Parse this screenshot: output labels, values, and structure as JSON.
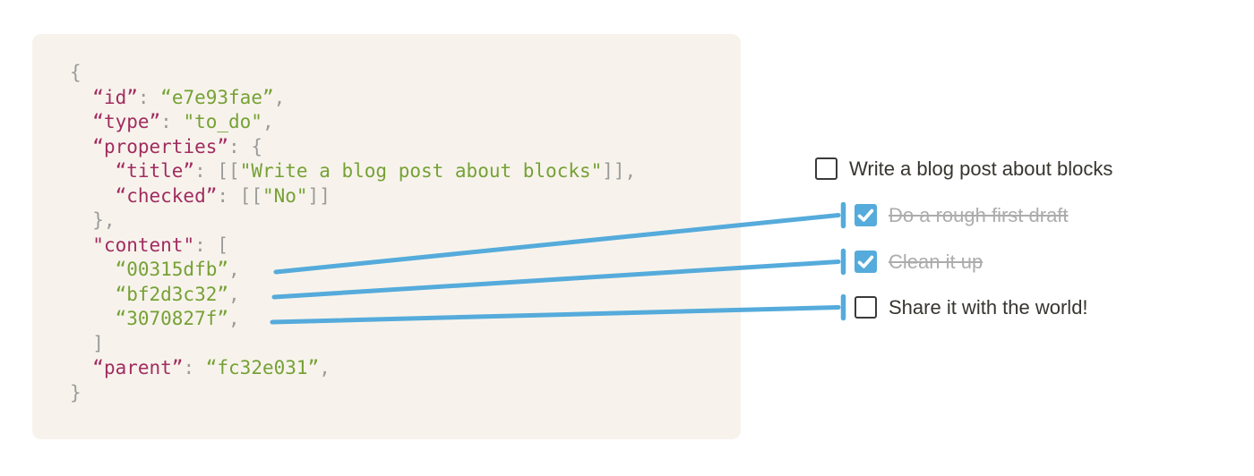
{
  "colors": {
    "page_bg": "#ffffff",
    "code_bg": "#F7F3EC",
    "code_key": "#A12C60",
    "code_string": "#76A135",
    "code_punct": "#9B9B9B",
    "connector_blue": "#55ABDB",
    "todo_text": "#37352F",
    "todo_done_text": "#ACACAC",
    "checkbox_border": "#3A3A38",
    "checkbox_checked_bg": "#55ABDB"
  },
  "code_block": {
    "lines": [
      [
        {
          "t": "{",
          "c": "punct"
        }
      ],
      [
        {
          "t": "  ",
          "c": "punct"
        },
        {
          "t": "“id”",
          "c": "key"
        },
        {
          "t": ": ",
          "c": "punct"
        },
        {
          "t": "“e7e93fae”",
          "c": "string"
        },
        {
          "t": ",",
          "c": "punct"
        }
      ],
      [
        {
          "t": "  ",
          "c": "punct"
        },
        {
          "t": "“type”",
          "c": "key"
        },
        {
          "t": ": ",
          "c": "punct"
        },
        {
          "t": "\"to_do\"",
          "c": "string"
        },
        {
          "t": ",",
          "c": "punct"
        }
      ],
      [
        {
          "t": "  ",
          "c": "punct"
        },
        {
          "t": "“properties”",
          "c": "key"
        },
        {
          "t": ": ",
          "c": "punct"
        },
        {
          "t": "{",
          "c": "punct"
        }
      ],
      [
        {
          "t": "    ",
          "c": "punct"
        },
        {
          "t": "“title”",
          "c": "key"
        },
        {
          "t": ": ",
          "c": "punct"
        },
        {
          "t": "[[",
          "c": "punct"
        },
        {
          "t": "\"Write a blog post about blocks\"",
          "c": "string"
        },
        {
          "t": "]],",
          "c": "punct"
        }
      ],
      [
        {
          "t": "    ",
          "c": "punct"
        },
        {
          "t": "“checked”",
          "c": "key"
        },
        {
          "t": ": ",
          "c": "punct"
        },
        {
          "t": "[[",
          "c": "punct"
        },
        {
          "t": "\"No\"",
          "c": "string"
        },
        {
          "t": "]]",
          "c": "punct"
        }
      ],
      [
        {
          "t": "  },",
          "c": "punct"
        }
      ],
      [
        {
          "t": "  ",
          "c": "punct"
        },
        {
          "t": "\"content\"",
          "c": "key"
        },
        {
          "t": ": ",
          "c": "punct"
        },
        {
          "t": "[",
          "c": "punct"
        }
      ],
      [
        {
          "t": "    ",
          "c": "punct"
        },
        {
          "t": "“00315dfb”",
          "c": "string"
        },
        {
          "t": ",",
          "c": "punct"
        }
      ],
      [
        {
          "t": "    ",
          "c": "punct"
        },
        {
          "t": "“bf2d3c32”",
          "c": "string"
        },
        {
          "t": ",",
          "c": "punct"
        }
      ],
      [
        {
          "t": "    ",
          "c": "punct"
        },
        {
          "t": "“3070827f”",
          "c": "string"
        },
        {
          "t": ",",
          "c": "punct"
        }
      ],
      [
        {
          "t": "  ]",
          "c": "punct"
        }
      ],
      [
        {
          "t": "  ",
          "c": "punct"
        },
        {
          "t": "“parent”",
          "c": "key"
        },
        {
          "t": ": ",
          "c": "punct"
        },
        {
          "t": "“fc32e031”",
          "c": "string"
        },
        {
          "t": ",",
          "c": "punct"
        }
      ],
      [
        {
          "t": "}",
          "c": "punct"
        }
      ]
    ]
  },
  "todo_list": {
    "items": [
      {
        "label": "Write a blog post about blocks",
        "checked": false,
        "indented": false
      },
      {
        "label": "Do a rough first draft",
        "checked": true,
        "indented": true
      },
      {
        "label": "Clean it up",
        "checked": true,
        "indented": true
      },
      {
        "label": "Share it with the world!",
        "checked": false,
        "indented": true
      }
    ]
  }
}
